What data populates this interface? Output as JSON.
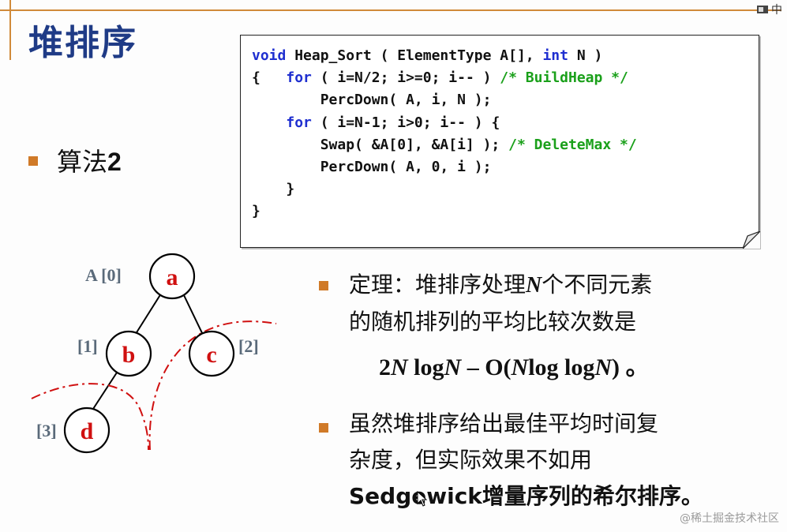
{
  "slide": {
    "title": "堆排序",
    "algo_label_prefix": "算法",
    "algo_label_number": "2"
  },
  "code": {
    "line1_kw1": "void",
    "line1_rest1": " Heap_Sort ( ElementType A[], ",
    "line1_kw2": "int",
    "line1_rest2": " N )",
    "line2_pre": "{   ",
    "line2_kw": "for",
    "line2_rest": " ( i=N/2; i>=0; i-- ) ",
    "line2_comment": "/* BuildHeap */",
    "line3": "        PercDown( A, i, N );",
    "line4_pre": "    ",
    "line4_kw": "for",
    "line4_rest": " ( i=N-1; i>0; i-- ) {",
    "line5_pre": "        Swap( &A[0], &A[i] ); ",
    "line5_comment": "/* DeleteMax */",
    "line6": "        PercDown( A, 0, i );",
    "line7": "    }",
    "line8": "}"
  },
  "tree": {
    "nodes": [
      {
        "label": "a",
        "index": "A [0]"
      },
      {
        "label": "b",
        "index": "[1]"
      },
      {
        "label": "c",
        "index": "[2]"
      },
      {
        "label": "d",
        "index": "[3]"
      }
    ],
    "node_color": "#d01010",
    "index_color": "#5a6a7a"
  },
  "theorem": {
    "line1_pre": "定理：堆排序处理",
    "line1_var": "N",
    "line1_post": "个不同元素",
    "line2": "的随机排列的平均比较次数是"
  },
  "formula": {
    "p1": "2",
    "v1": "N",
    "p2": " log",
    "v2": "N",
    "p3": " – O(",
    "v3": "N",
    "p4": "log log",
    "v4": "N",
    "p5": ") 。"
  },
  "note": {
    "line1": "虽然堆排序给出最佳平均时间复",
    "line2": "杂度，但实际效果不如用",
    "line3": "Sedgewick增量序列的希尔排序。"
  },
  "top_bar": {
    "lang_label": "中"
  },
  "watermark": "@稀土掘金技术社区",
  "colors": {
    "title": "#1f3b86",
    "bullet": "#d07a28",
    "keyword": "#1f2fd0",
    "comment": "#1aa01a",
    "dashed_curve": "#d01010"
  }
}
